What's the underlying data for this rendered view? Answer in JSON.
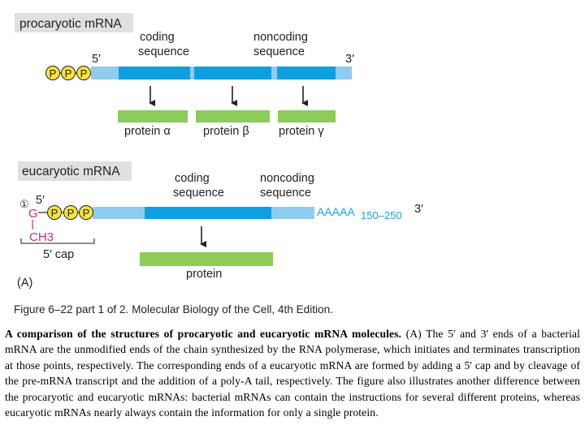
{
  "prokaryotic": {
    "title": "procaryotic mRNA",
    "coding_label_1": "coding",
    "coding_label_2": "sequence",
    "noncoding_label_1": "noncoding",
    "noncoding_label_2": "sequence",
    "five_prime": "5′",
    "three_prime": "3′",
    "phosphate": "P",
    "proteins": [
      "protein α",
      "protein β",
      "protein γ"
    ]
  },
  "eukaryotic": {
    "title": "eucaryotic mRNA",
    "coding_label_1": "coding",
    "coding_label_2": "sequence",
    "noncoding_label_1": "noncoding",
    "noncoding_label_2": "sequence",
    "five_prime": "5′",
    "three_prime": "3′",
    "cap_number": "①",
    "guanine": "G",
    "methyl": "CH3",
    "cap_label": "5′ cap",
    "phosphate": "P",
    "poly_a": "AAAAA",
    "poly_a_length": "150–250",
    "protein": "protein"
  },
  "panel_label": "(A)",
  "figure_credit": "Figure 6–22 part 1 of 2. Molecular Biology of the Cell, 4th Edition.",
  "caption": {
    "bold": "A comparison of the structures of procaryotic and eucaryotic mRNA molecules.",
    "text": " (A) The 5' and 3' ends of a bacterial mRNA are the unmodified ends of the chain synthesized by the RNA polymerase, which initiates and terminates transcription at those points, respectively. The corresponding ends of a eucaryotic mRNA are formed by adding a 5' cap and by cleavage of the pre-mRNA transcript and the addition of a poly-A tail, respectively. The figure also illustrates another difference between the procaryotic and eucaryotic mRNAs: bacterial mRNAs can contain the instructions for several different proteins, whereas eucaryotic mRNAs nearly always contain the information for only a single protein."
  },
  "colors": {
    "coding": "#0e9fe0",
    "noncoding": "#8ecdf0",
    "protein": "#8dcb5a",
    "phosphate": "#f9e43a",
    "cap": "#c0307a",
    "poly_a": "#12a4e0",
    "label_bg": "#e0e0e0"
  }
}
